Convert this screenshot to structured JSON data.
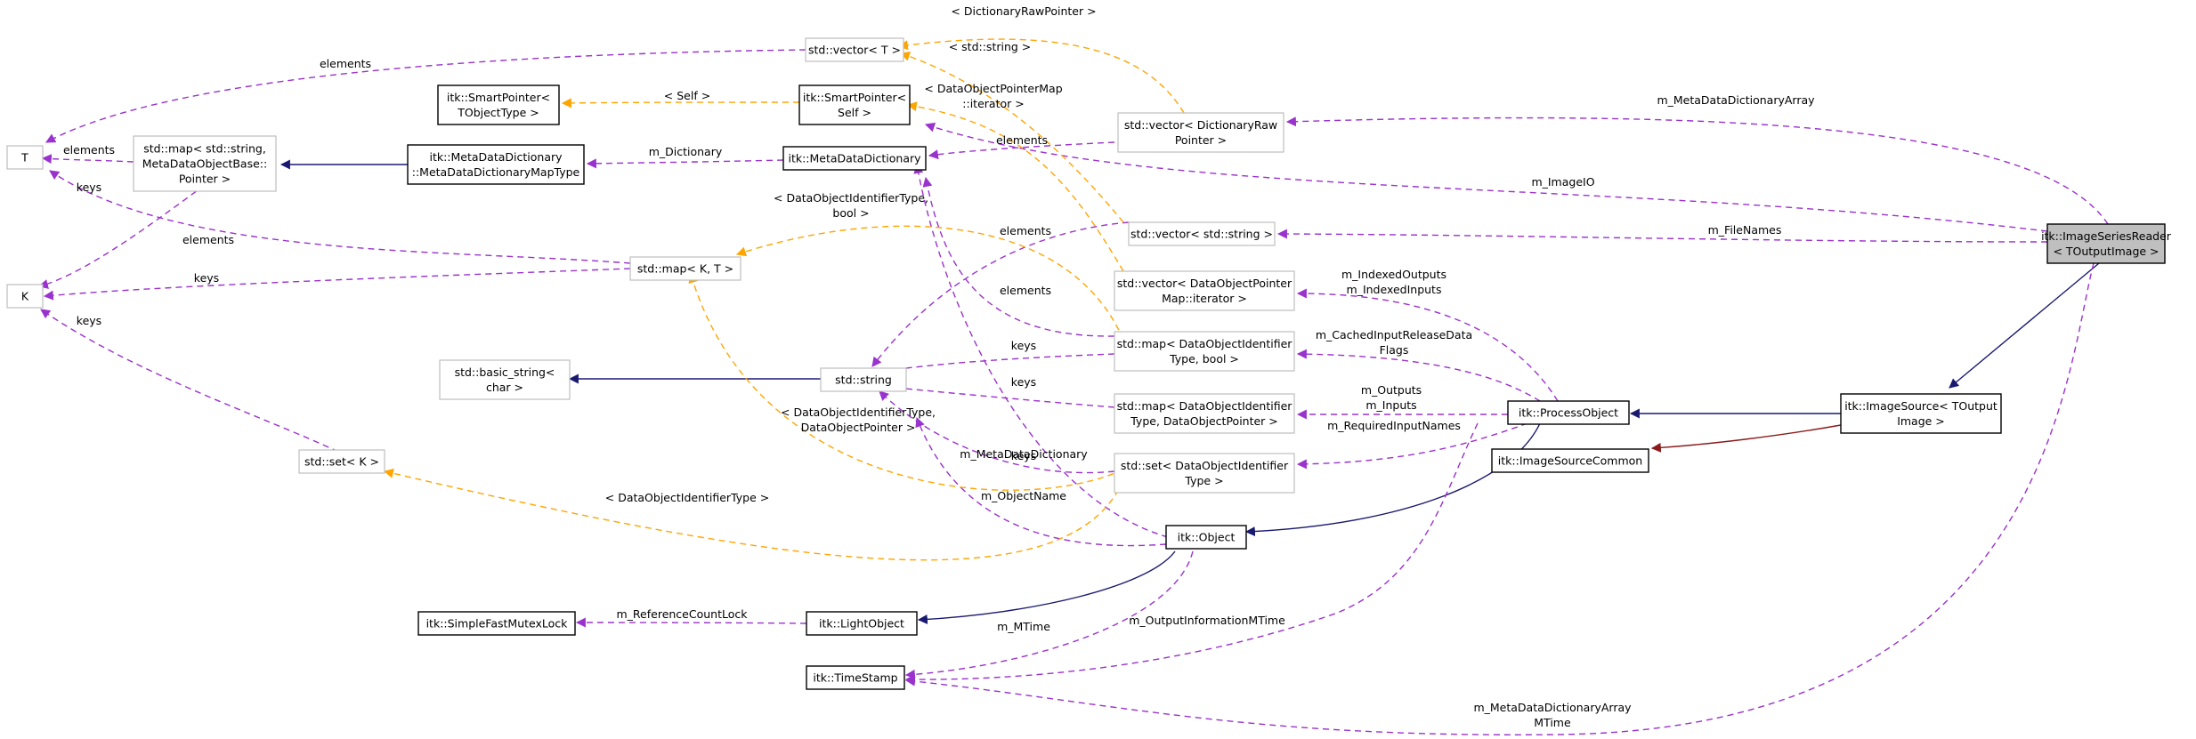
{
  "colors": {
    "inheritance": "#191970",
    "private_inheritance": "#8b1a1a",
    "member_usage": "#9a32cd",
    "template_usage": "#ffa500",
    "focus_fill": "#bfbfbf"
  },
  "nodes": {
    "image_series_reader": [
      "itk::ImageSeriesReader",
      "< TOutputImage >"
    ],
    "image_source": [
      "itk::ImageSource< TOutput",
      "Image >"
    ],
    "image_source_common": [
      "itk::ImageSourceCommon"
    ],
    "process_object": [
      "itk::ProcessObject"
    ],
    "object": [
      "itk::Object"
    ],
    "light_object": [
      "itk::LightObject"
    ],
    "simple_fast_mutex_lock": [
      "itk::SimpleFastMutexLock"
    ],
    "time_stamp": [
      "itk::TimeStamp"
    ],
    "std_string": [
      "std::string"
    ],
    "std_basic_string": [
      "std::basic_string<",
      "char >"
    ],
    "std_set_k": [
      "std::set< K >"
    ],
    "k": [
      "K"
    ],
    "t": [
      "T"
    ],
    "std_map_k_t": [
      "std::map< K, T >"
    ],
    "std_map_string_metadata": [
      "std::map< std::string,",
      "MetaDataObjectBase::",
      "Pointer >"
    ],
    "metadata_dictionary_map_type": [
      "itk::MetaDataDictionary",
      "::MetaDataDictionaryMapType"
    ],
    "metadata_dictionary": [
      "itk::MetaDataDictionary"
    ],
    "smart_pointer_tobject": [
      "itk::SmartPointer<",
      "TObjectType >"
    ],
    "smart_pointer_self": [
      "itk::SmartPointer<",
      "Self >"
    ],
    "std_vector_t": [
      "std::vector< T >"
    ],
    "std_vector_dictionary_raw_pointer": [
      "std::vector< DictionaryRaw",
      "Pointer >"
    ],
    "std_vector_string": [
      "std::vector< std::string >"
    ],
    "std_vector_data_object_pointer_map_iterator": [
      "std::vector< DataObjectPointer",
      "Map::iterator >"
    ],
    "std_map_identifier_bool": [
      "std::map< DataObjectIdentifier",
      "Type, bool >"
    ],
    "std_map_identifier_pointer": [
      "std::map< DataObjectIdentifier",
      "Type, DataObjectPointer >"
    ],
    "std_set_identifier": [
      "std::set< DataObjectIdentifier",
      "Type >"
    ]
  },
  "edge_labels": {
    "dictionary_raw_pointer": [
      "< DictionaryRawPointer >"
    ],
    "std_string_template": [
      "< std::string >"
    ],
    "elements_vector_t": [
      "elements"
    ],
    "self_template": [
      "< Self >"
    ],
    "data_object_pointer_map_iterator": [
      "< DataObjectPointerMap",
      "::iterator >"
    ],
    "m_meta_data_dictionary_array": [
      "m_MetaDataDictionaryArray"
    ],
    "elements_t": [
      "elements"
    ],
    "m_dictionary": [
      "m_Dictionary"
    ],
    "elements_dictionary": [
      "elements"
    ],
    "m_image_io": [
      "m_ImageIO"
    ],
    "identifier_bool_template": [
      "< DataObjectIdentifierType,",
      "bool >"
    ],
    "keys_map_k": [
      "keys"
    ],
    "elements_map_t": [
      "elements"
    ],
    "elements_vector_string": [
      "elements"
    ],
    "m_file_names": [
      "m_FileNames"
    ],
    "keys_k_map": [
      "keys"
    ],
    "m_indexed_outputs": [
      "m_IndexedOutputs",
      "m_IndexedInputs"
    ],
    "elements_string": [
      "elements"
    ],
    "keys_set_k": [
      "keys"
    ],
    "m_cached_input_release": [
      "m_CachedInputReleaseData",
      "Flags"
    ],
    "keys_identifier_bool": [
      "keys"
    ],
    "keys_identifier_pointer": [
      "keys"
    ],
    "m_outputs_inputs": [
      "m_Outputs",
      "m_Inputs"
    ],
    "identifier_pointer_template": [
      "< DataObjectIdentifierType,",
      "DataObjectPointer >"
    ],
    "m_meta_data_dictionary": [
      "m_MetaDataDictionary"
    ],
    "m_required_input_names": [
      "m_RequiredInputNames"
    ],
    "keys_set_identifier": [
      "keys"
    ],
    "m_object_name": [
      "m_ObjectName"
    ],
    "identifier_type_template": [
      "< DataObjectIdentifierType >"
    ],
    "m_reference_count_lock": [
      "m_ReferenceCountLock"
    ],
    "m_mtime": [
      "m_MTime"
    ],
    "m_output_information_mtime": [
      "m_OutputInformationMTime"
    ],
    "m_meta_data_dictionary_array_mtime": [
      "m_MetaDataDictionaryArray",
      "MTime"
    ]
  }
}
